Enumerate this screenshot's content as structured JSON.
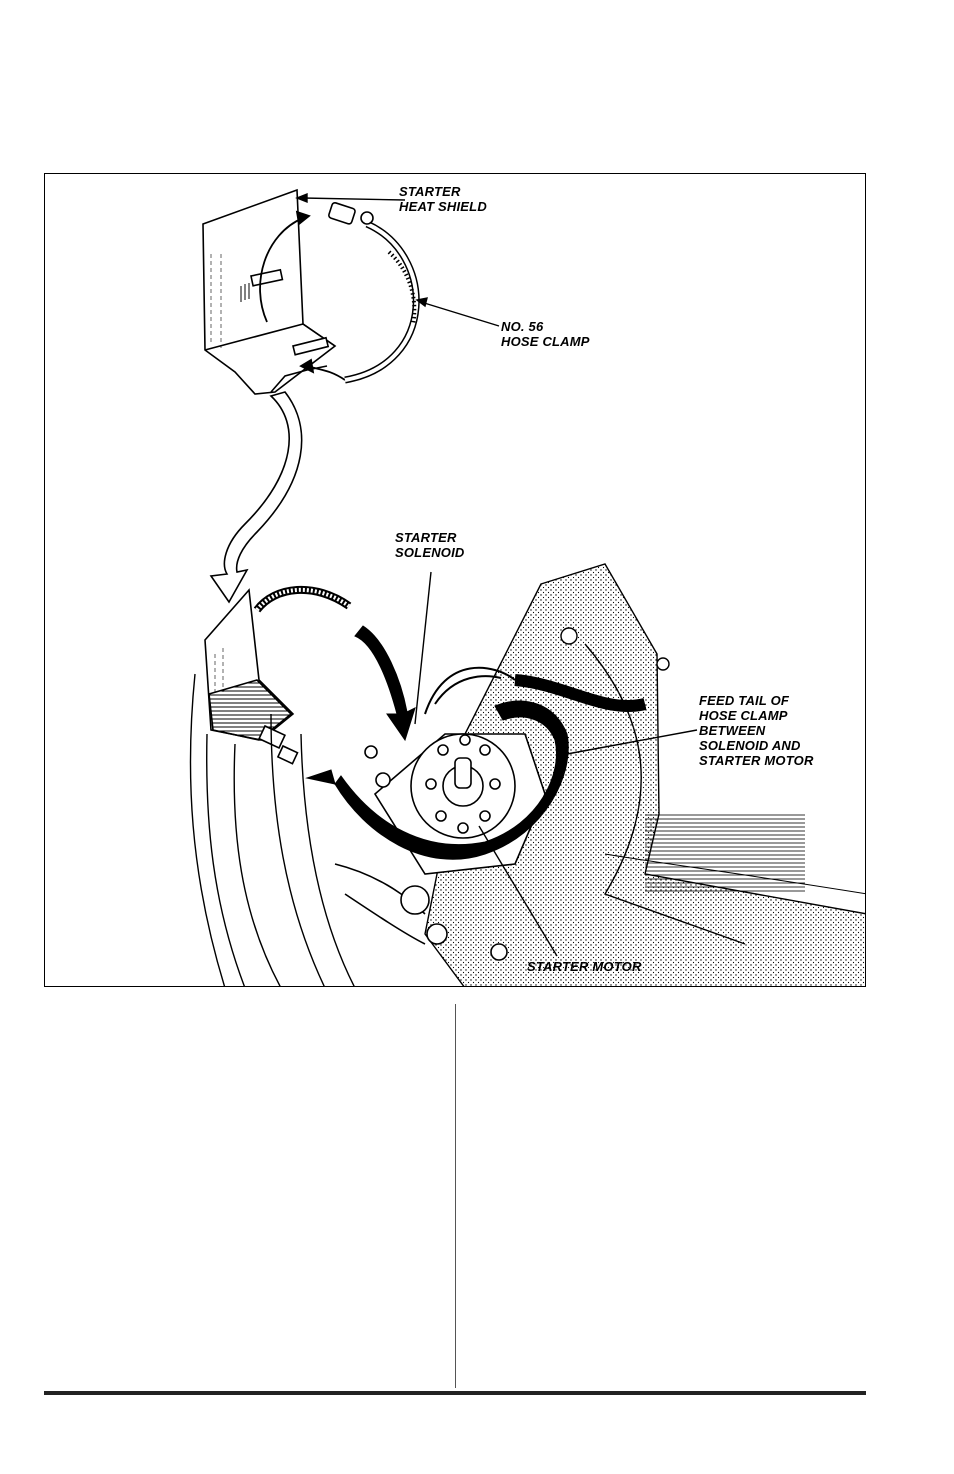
{
  "figure": {
    "callouts": {
      "heat_shield": "STARTER\nHEAT SHIELD",
      "hose_clamp": "NO. 56\nHOSE CLAMP",
      "solenoid": "STARTER\nSOLENOID",
      "feed_tail": "FEED TAIL OF\nHOSE CLAMP\nBETWEEN\nSOLENOID AND\nSTARTER MOTOR",
      "starter_motor": "STARTER MOTOR"
    }
  }
}
